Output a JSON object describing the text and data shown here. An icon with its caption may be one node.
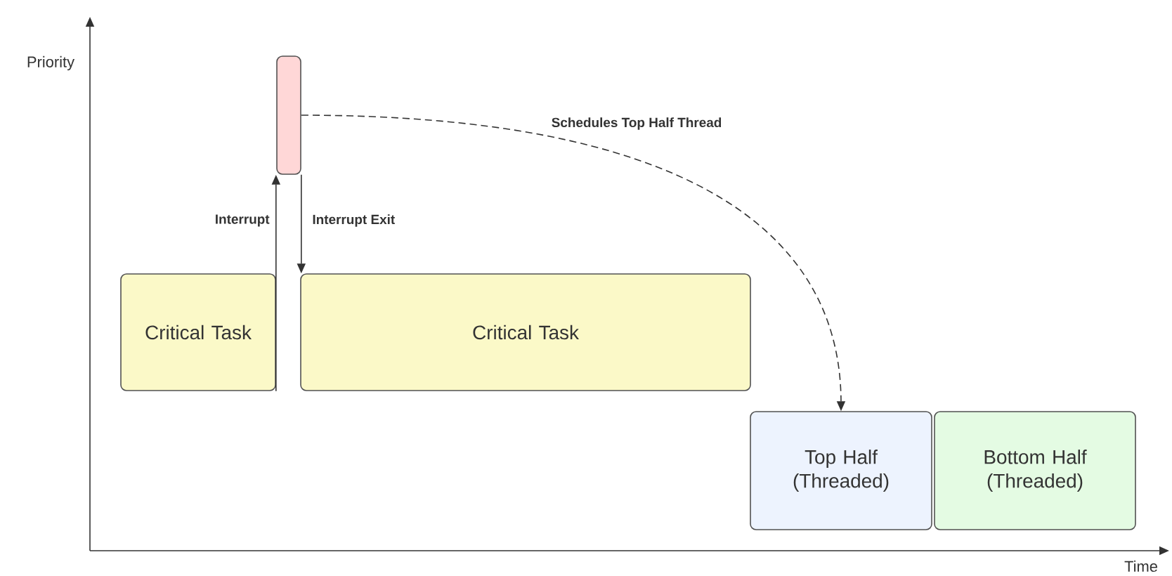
{
  "diagram": {
    "nodes": [
      {
        "text": [
          "Critical Task"
        ]
      },
      {
        "text": [],
        "shape": "box"
      },
      {
        "text": [
          "Critical Task"
        ]
      },
      {
        "text": [
          "Top Half (Threaded)"
        ]
      },
      {
        "text": [
          "Bottom Half (Threaded)"
        ]
      }
    ],
    "edges": [
      {
        "from": 0,
        "to": 1,
        "arrow": "to",
        "label": "Interrupt"
      },
      {
        "from": 1,
        "to": 2,
        "arrow": "to",
        "label": "Interrupt Exit"
      },
      {
        "from": 1,
        "to": 3,
        "arrow": "to",
        "label": "Schedules Top Half Thread",
        "style": "dashed"
      }
    ],
    "labels": [
      "Priority",
      "Time"
    ]
  }
}
